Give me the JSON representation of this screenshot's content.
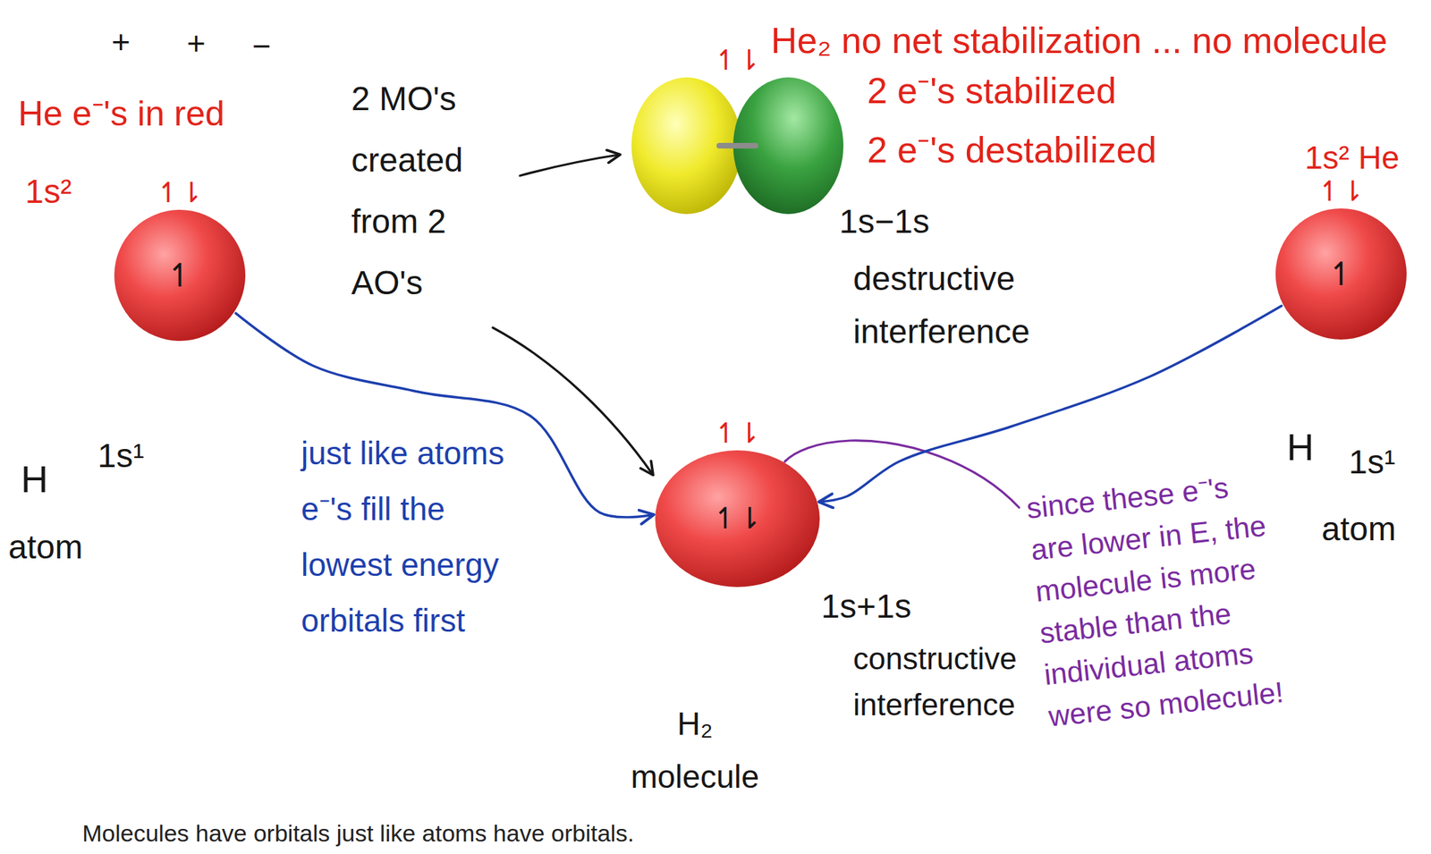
{
  "diagram": {
    "nodes": [
      {
        "text": [
          "↿⇂"
        ]
      },
      {
        "text": [
          "↿⇂",
          "↿"
        ]
      },
      {
        "text": [
          "↿⇂",
          "↿"
        ]
      },
      {
        "text": [
          "↿⇂",
          "↿⇂"
        ]
      }
    ],
    "edges": [
      {
        "from": 1,
        "to": 3,
        "arrow": "to"
      },
      {
        "from": 2,
        "to": 3,
        "arrow": "to"
      }
    ],
    "labels": [
      "+",
      "+",
      "−",
      "He e⁻'s in red",
      "He₂ no net stabilization ... no molecule",
      "2 MO's created from 2 AO's",
      "2 e⁻'s stabilized",
      "2 e⁻'s destabilized",
      "1s²",
      "1s² He",
      "1s−1s",
      "destructive interference",
      "H",
      "1s¹",
      "H",
      "1s¹",
      "atom",
      "atom",
      "just like atoms e⁻'s fill the lowest energy orbitals first",
      "since these e⁻'s are lower in E, the molecule is more stable than the individual atoms were so molecule!",
      "1s+1s",
      "constructive interference",
      "H₂ molecule",
      "Molecules have orbitals just like atoms have orbitals."
    ]
  }
}
